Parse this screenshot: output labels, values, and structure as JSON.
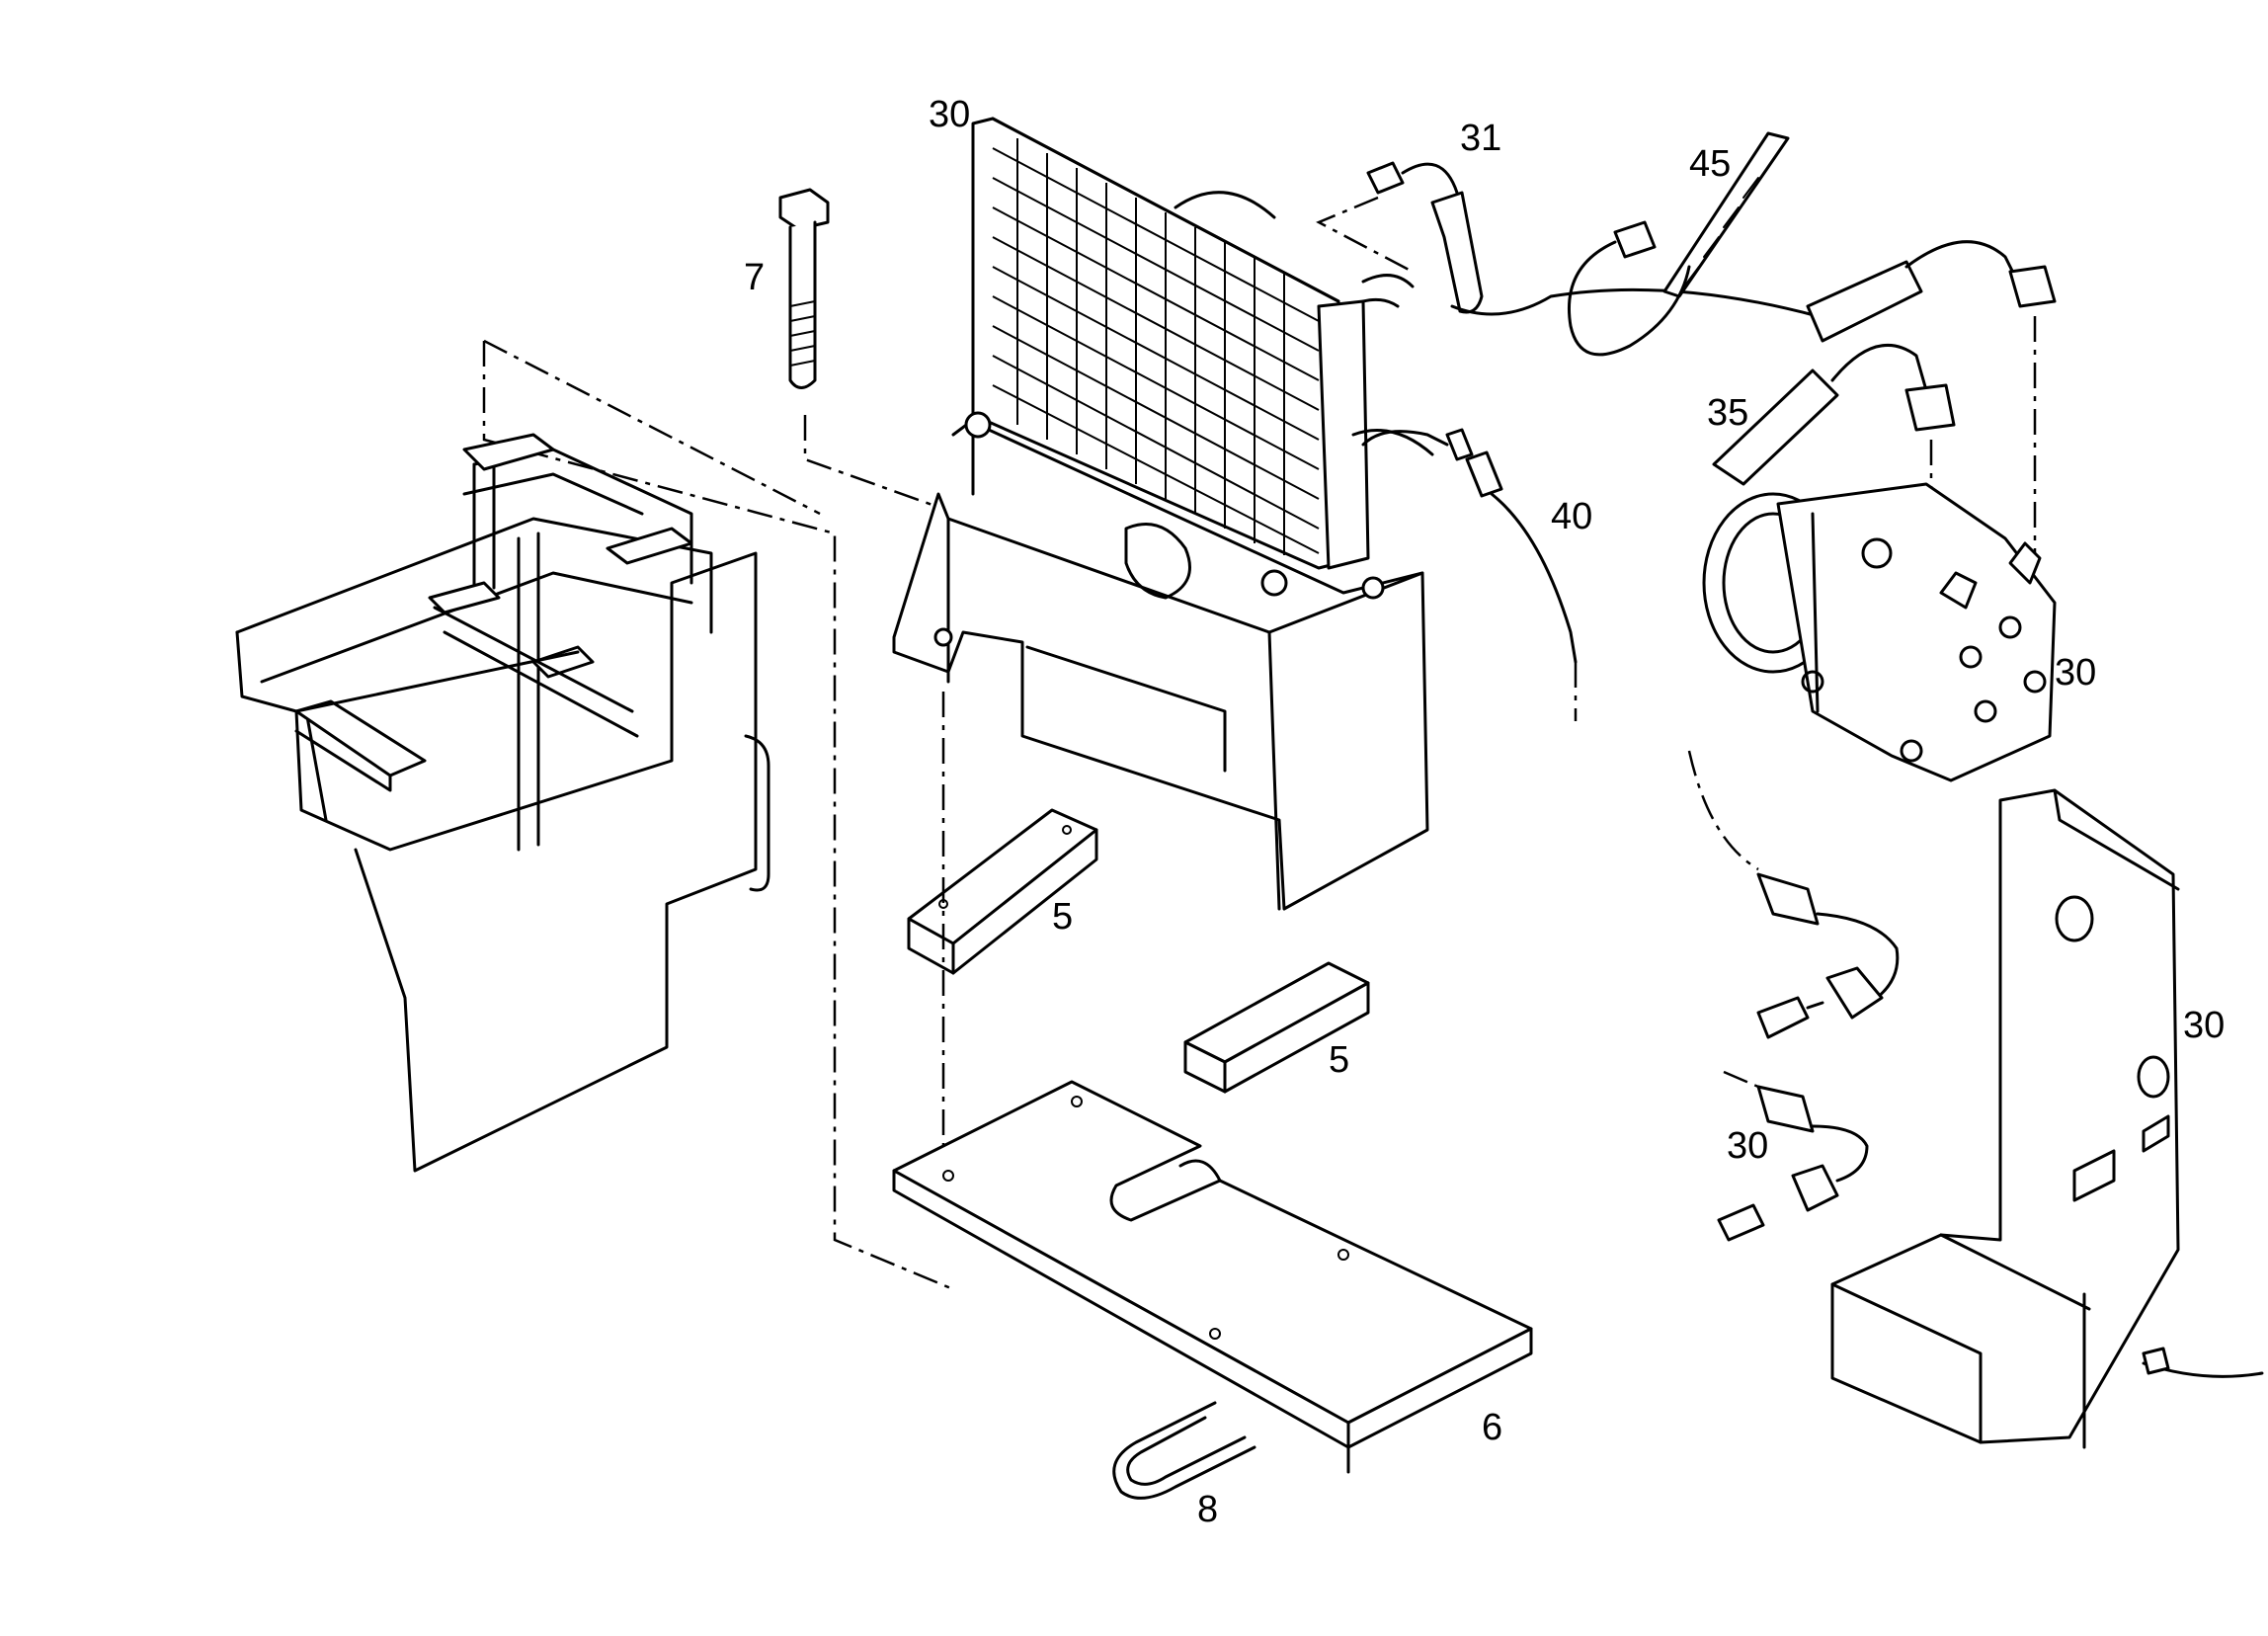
{
  "diagram": {
    "labels": [
      {
        "id": "lbl-30-condenser",
        "text": "30"
      },
      {
        "id": "lbl-31",
        "text": "31"
      },
      {
        "id": "lbl-45",
        "text": "45"
      },
      {
        "id": "lbl-7",
        "text": "7"
      },
      {
        "id": "lbl-35",
        "text": "35"
      },
      {
        "id": "lbl-40",
        "text": "40"
      },
      {
        "id": "lbl-30-compressor",
        "text": "30"
      },
      {
        "id": "lbl-5-upper",
        "text": "5"
      },
      {
        "id": "lbl-5-lower",
        "text": "5"
      },
      {
        "id": "lbl-30-bracket",
        "text": "30"
      },
      {
        "id": "lbl-30-switch",
        "text": "30"
      },
      {
        "id": "lbl-6",
        "text": "6"
      },
      {
        "id": "lbl-8",
        "text": "8"
      }
    ]
  }
}
